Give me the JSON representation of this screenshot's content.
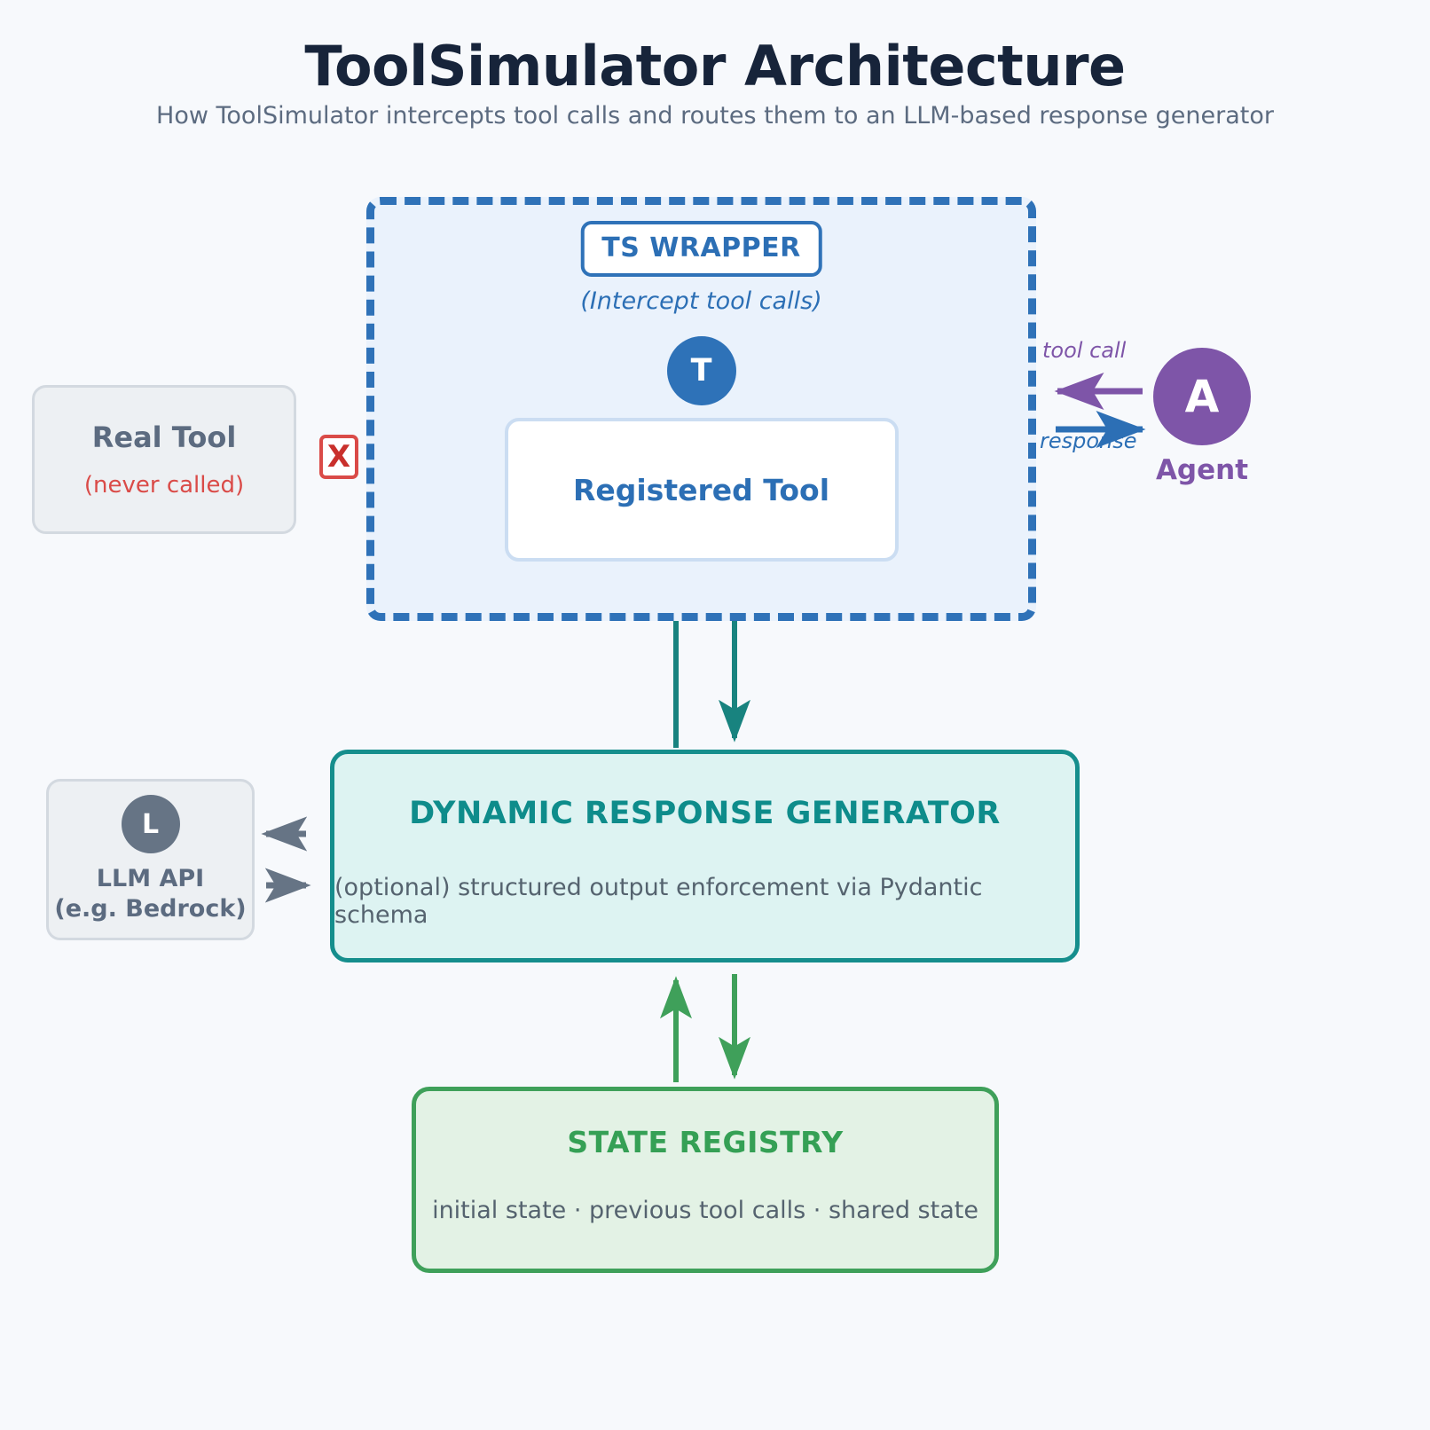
{
  "header": {
    "title": "ToolSimulator Architecture",
    "subtitle": "How ToolSimulator intercepts tool calls and routes them to an LLM-based response generator"
  },
  "wrapper": {
    "badge": "TS WRAPPER",
    "note": "(Intercept tool calls)",
    "tool_icon_letter": "T",
    "registered_tool_label": "Registered Tool"
  },
  "real_tool": {
    "title": "Real Tool",
    "subtitle": "(never called)",
    "blocked_marker": "X"
  },
  "agent": {
    "icon_letter": "A",
    "label": "Agent",
    "tool_call_label": "tool call",
    "response_label": "response"
  },
  "response_generator": {
    "title": "DYNAMIC RESPONSE GENERATOR",
    "subtitle": "(optional) structured output enforcement via Pydantic schema"
  },
  "llm_api": {
    "icon_letter": "L",
    "line1": "LLM API",
    "line2": "(e.g. Bedrock)"
  },
  "state_registry": {
    "title": "STATE REGISTRY",
    "subtitle": "initial state  ·  previous tool calls  ·  shared state"
  },
  "colors": {
    "background": "#F7F9FC",
    "title": "#17243A",
    "subtitle": "#5C6B80",
    "wrapper_border": "#2F72B8",
    "wrapper_fill": "#EAF2FC",
    "tool_blue": "#2E72B8",
    "agent_purple": "#7E55A8",
    "teal": "#158E8D",
    "teal_fill": "#DDF3F2",
    "green": "#3FA05A",
    "green_fill": "#E3F2E5",
    "red": "#DA4B48",
    "muted": "#5C6B80"
  }
}
